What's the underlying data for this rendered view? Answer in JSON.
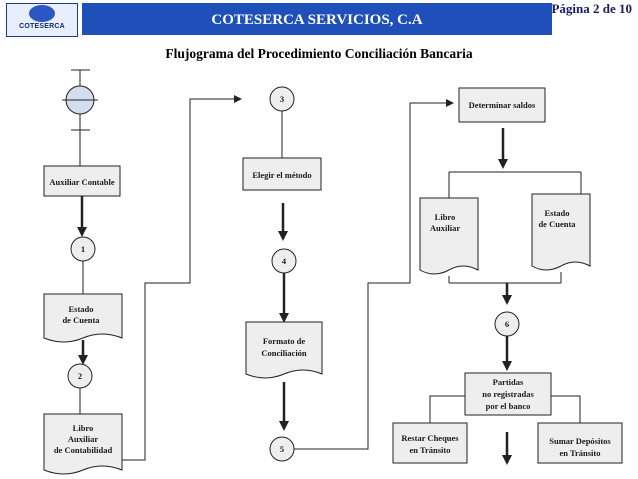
{
  "header": {
    "logo_text": "COTESERCA",
    "company_title": "COTESERCA SERVICIOS, C.A",
    "page_label": "Página 2 de 10"
  },
  "diagram": {
    "title": "Flujograma del Procedimiento Conciliación Bancaria",
    "col1": {
      "role_box": "Auxiliar Contable",
      "connector_1": "1",
      "doc_estado_line1": "Estado",
      "doc_estado_line2": "de Cuenta",
      "connector_2": "2",
      "doc_libro_line1": "Libro",
      "doc_libro_line2": "Auxiliar",
      "doc_libro_line3": "de Contabilidad"
    },
    "col2": {
      "connector_3": "3",
      "method_box": "Elegir el método",
      "connector_4": "4",
      "doc_formato_line1": "Formato de",
      "doc_formato_line2": "Conciliación",
      "connector_5": "5"
    },
    "col3": {
      "saldos_box": "Determinar saldos",
      "doc_libro_line1": "Libro",
      "doc_libro_line2": "Auxiliar",
      "doc_estado_line1": "Estado",
      "doc_estado_line2": "de Cuenta",
      "connector_6": "6",
      "partidas_line1": "Partidas",
      "partidas_line2": "no registradas",
      "partidas_line3": "por el banco",
      "restar_line1": "Restar Cheques",
      "restar_line2": "en Tránsito",
      "sumar_line1": "Sumar Depósitos",
      "sumar_line2": "en Tránsito"
    }
  },
  "colors": {
    "banner": "#1f4fb8",
    "connector_fill": "#eeeeee",
    "start_fill": "#d4ddf0",
    "line": "#222222"
  }
}
